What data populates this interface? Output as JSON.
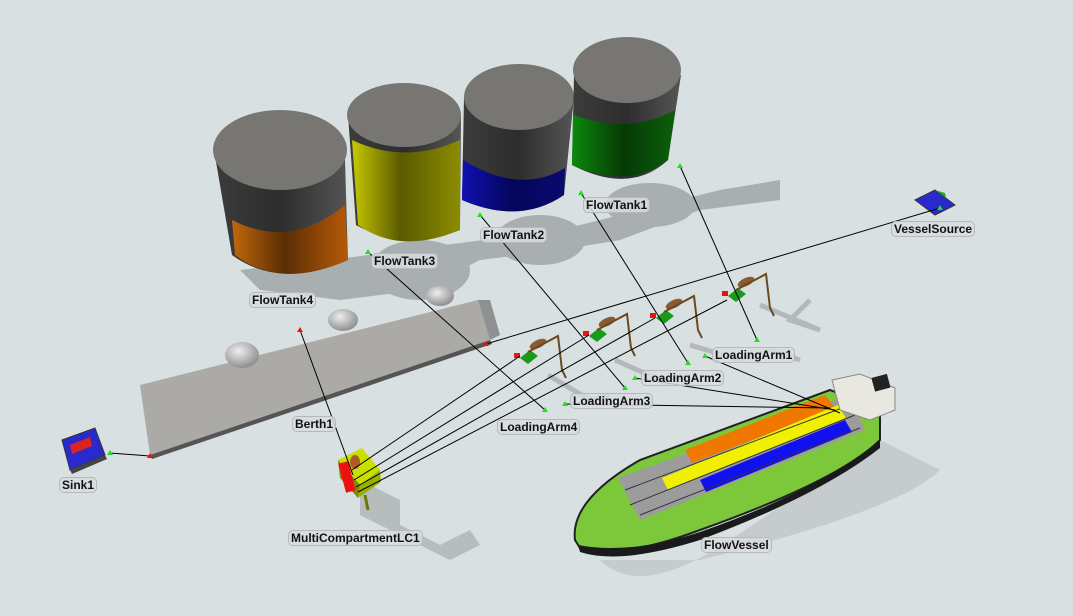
{
  "view": {
    "background": "#d9e0e2"
  },
  "objects": {
    "flowtank1": {
      "label": "FlowTank1",
      "fill_color": "#0a5a0a"
    },
    "flowtank2": {
      "label": "FlowTank2",
      "fill_color": "#0a0a8c"
    },
    "flowtank3": {
      "label": "FlowTank3",
      "fill_color": "#9a9a00"
    },
    "flowtank4": {
      "label": "FlowTank4",
      "fill_color": "#b35a08"
    },
    "vessel_source": {
      "label": "VesselSource"
    },
    "loading_arm1": {
      "label": "LoadingArm1"
    },
    "loading_arm2": {
      "label": "LoadingArm2"
    },
    "loading_arm3": {
      "label": "LoadingArm3"
    },
    "loading_arm4": {
      "label": "LoadingArm4"
    },
    "berth1": {
      "label": "Berth1"
    },
    "sink1": {
      "label": "Sink1"
    },
    "multi_compartment": {
      "label": "MultiCompartmentLC1"
    },
    "flow_vessel": {
      "label": "FlowVessel",
      "hull_color": "#7cc83a",
      "compartment_colors": [
        "#f07800",
        "#f0f000",
        "#1010f0"
      ]
    }
  },
  "connector_colors": {
    "output_port": "#22dd22",
    "input_port": "#ee1111",
    "line": "#000000"
  }
}
